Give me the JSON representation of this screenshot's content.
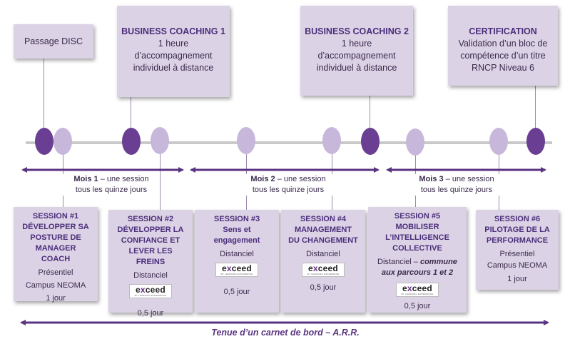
{
  "colors": {
    "dark_purple": "#6a3e92",
    "light_purple": "#c7b7da",
    "box_bg": "#dcd2e6",
    "axis": "#c9c9c9"
  },
  "top_boxes": [
    {
      "title": "",
      "body": "Passage DISC"
    },
    {
      "title": "BUSINESS COACHING 1",
      "body": "1 heure d’accompagnement individuel à distance"
    },
    {
      "title": "BUSINESS COACHING 2",
      "body": "1 heure d’accompagnement individuel à distance"
    },
    {
      "title": "CERTIFICATION",
      "body": "Validation d’un bloc de compétence d’un titre RNCP Niveau 6"
    }
  ],
  "months": [
    {
      "bold": "Mois 1",
      "rest": " – une session",
      "line2": "tous les quinze jours"
    },
    {
      "bold": "Mois 2",
      "rest": " – une session",
      "line2": "tous les quinze jours"
    },
    {
      "bold": "Mois 3",
      "rest": " – une session",
      "line2": "tous les quinze jours"
    }
  ],
  "sessions": [
    {
      "title": "SESSION #1 DÉVELOPPER SA POSTURE DE MANAGER COACH",
      "mode": "Présentiel",
      "place": "Campus NEOMA",
      "duration": "1 jour",
      "logo": false
    },
    {
      "title": "SESSION #2 DÉVELOPPER LA CONFIANCE ET LEVER LES FREINS",
      "mode": "Distanciel",
      "place": "",
      "duration": "0,5 jour",
      "logo": true
    },
    {
      "title": "SESSION #3 Sens et engagement",
      "mode": "Distanciel",
      "place": "",
      "duration": "0,5 jour",
      "logo": true
    },
    {
      "title": "SESSION #4 MANAGEMENT DU CHANGEMENT",
      "mode": "Distanciel",
      "place": "",
      "duration": "0,5 jour",
      "logo": true
    },
    {
      "title": "SESSION #5 MOBILISER L’INTELLIGENCE COLLECTIVE",
      "mode": "Distanciel – ",
      "mode_em": "commune aux parcours 1 et 2",
      "place": "",
      "duration": "0,5 jour",
      "logo": true
    },
    {
      "title": "SESSION #6 PILOTAGE DE LA PERFORMANCE",
      "mode": "Présentiel",
      "place": "Campus NEOMA",
      "duration": "1 jour",
      "logo": false
    }
  ],
  "logo_text": {
    "pre": "e",
    "x": "x",
    "post": "ceed",
    "sub": "BY LEARNING EXPERIENCE"
  },
  "footer": "Tenue d’un carnet de bord – A.R.R."
}
